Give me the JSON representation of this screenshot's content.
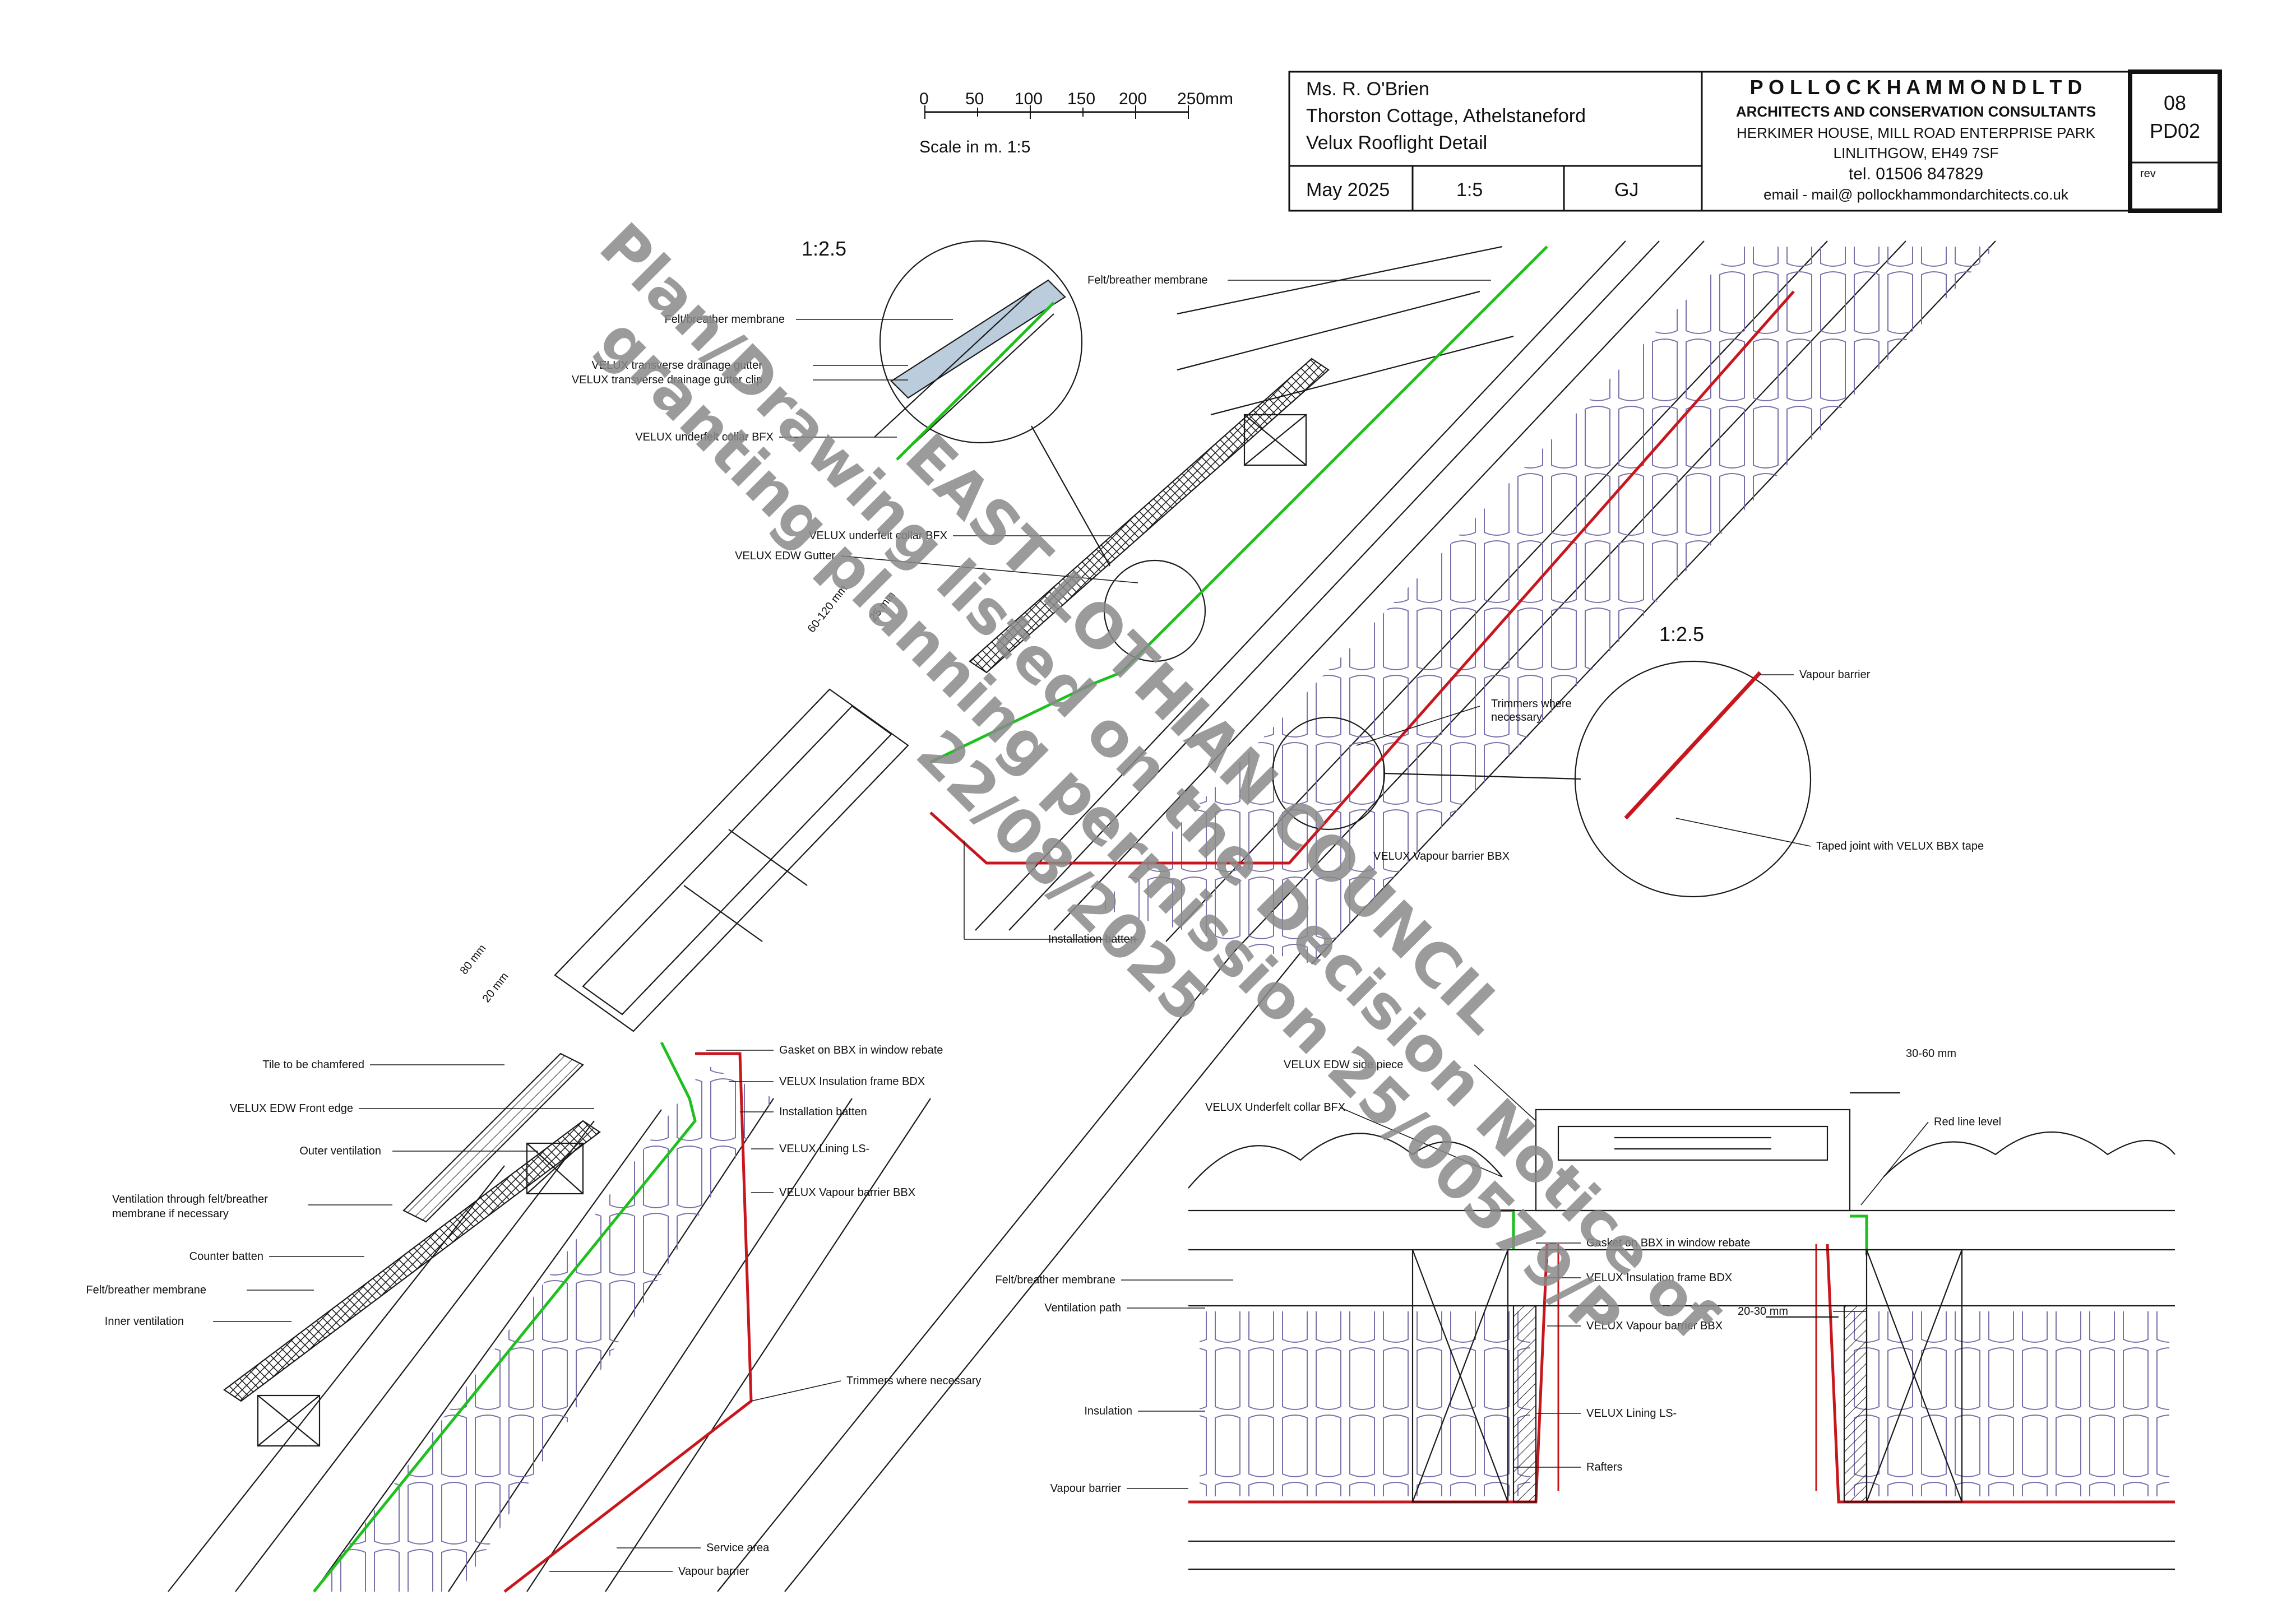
{
  "title_block": {
    "client": "Ms. R. O'Brien",
    "project": "Thorston Cottage, Athelstaneford",
    "drawing_title": "Velux Rooflight Detail",
    "date": "May 2025",
    "scale": "1:5",
    "drawn_by": "GJ",
    "drawing_number": "08",
    "drawing_code": "PD02",
    "rev_label": "rev"
  },
  "firm": {
    "name": "P O L L O C K   H A M M O N D L T D",
    "subtitle": "ARCHITECTS AND CONSERVATION CONSULTANTS",
    "address_1": "HERKIMER HOUSE, MILL ROAD ENTERPRISE PARK",
    "address_2": "LINLITHGOW, EH49 7SF",
    "tel": "tel. 01506 847829",
    "email": "email - mail@ pollockhammondarchitects.co.uk"
  },
  "scale_bar": {
    "ticks": [
      "0",
      "50",
      "100",
      "150",
      "200",
      "250mm"
    ],
    "caption": "Scale in m. 1:5"
  },
  "detail_scales": {
    "top": "1:2.5",
    "right": "1:2.5"
  },
  "watermark": {
    "line1": "EAST LOTHIAN COUNCIL",
    "line2": "Plan/Drawing listed on the Decision Notice of",
    "line3": "granting planning permission 25/00579/P",
    "line4": "22/08/2025"
  },
  "labels": {
    "top_detail": {
      "felt_left": "Felt/breather membrane",
      "gutter": "VELUX transverse drainage gutter",
      "gutter_clip": "VELUX transverse drainage gutter clip",
      "collar_top": "VELUX underfelt collar BFX",
      "felt_right": "Felt/breather membrane"
    },
    "main_section": {
      "collar": "VELUX underfelt collar BFX",
      "edw_gutter": "VELUX EDW Gutter",
      "dim_60_120": "60-120 mm",
      "dim_25": "25 mm",
      "dim_80": "80 mm",
      "dim_20": "20 mm",
      "trimmers": "Trimmers where",
      "trimmers_2": "necessary",
      "vapour_bbx": "VELUX Vapour barrier BBX",
      "installation_batten": "Installation batten",
      "tile": "Tile to be chamfered",
      "front_edge": "VELUX EDW Front edge",
      "outer_vent": "Outer ventilation",
      "vent_through": "Ventilation through felt/breather",
      "vent_through_2": "membrane if necessary",
      "counter_batten": "Counter batten",
      "felt": "Felt/breather membrane",
      "inner_vent": "Inner ventilation",
      "gasket": "Gasket on BBX in window rebate",
      "insulation_frame": "VELUX Insulation frame BDX",
      "installation_batten_2": "Installation batten",
      "lining": "VELUX Lining LS-",
      "vapour_bbx_2": "VELUX Vapour barrier BBX",
      "trimmers_lower": "Trimmers where necessary",
      "service_area": "Service area",
      "vapour_barrier": "Vapour barrier"
    },
    "right_detail": {
      "vapour_barrier": "Vapour barrier",
      "taped_joint": "Taped joint with VELUX BBX tape"
    },
    "plan_section": {
      "side_piece": "VELUX EDW side piece",
      "underfelt_collar": "VELUX Underfelt collar BFX",
      "dim_30_60": "30-60 mm",
      "red_line": "Red line level",
      "gasket": "Gasket on BBX in window rebate",
      "insulation_frame": "VELUX Insulation frame BDX",
      "vapour_bbx": "VELUX Vapour barrier BBX",
      "dim_20_30": "20-30 mm",
      "felt": "Felt/breather membrane",
      "vent_path": "Ventilation path",
      "insulation": "Insulation",
      "lining": "VELUX Lining LS-",
      "rafters": "Rafters",
      "vapour_barrier": "Vapour barrier"
    }
  },
  "colors": {
    "line": "#1a1a1a",
    "vapour_barrier": "#c8161d",
    "membrane": "#1fbf1f",
    "insulation_pattern": "#7a6fa8",
    "watermark": "#8a8a8a"
  }
}
